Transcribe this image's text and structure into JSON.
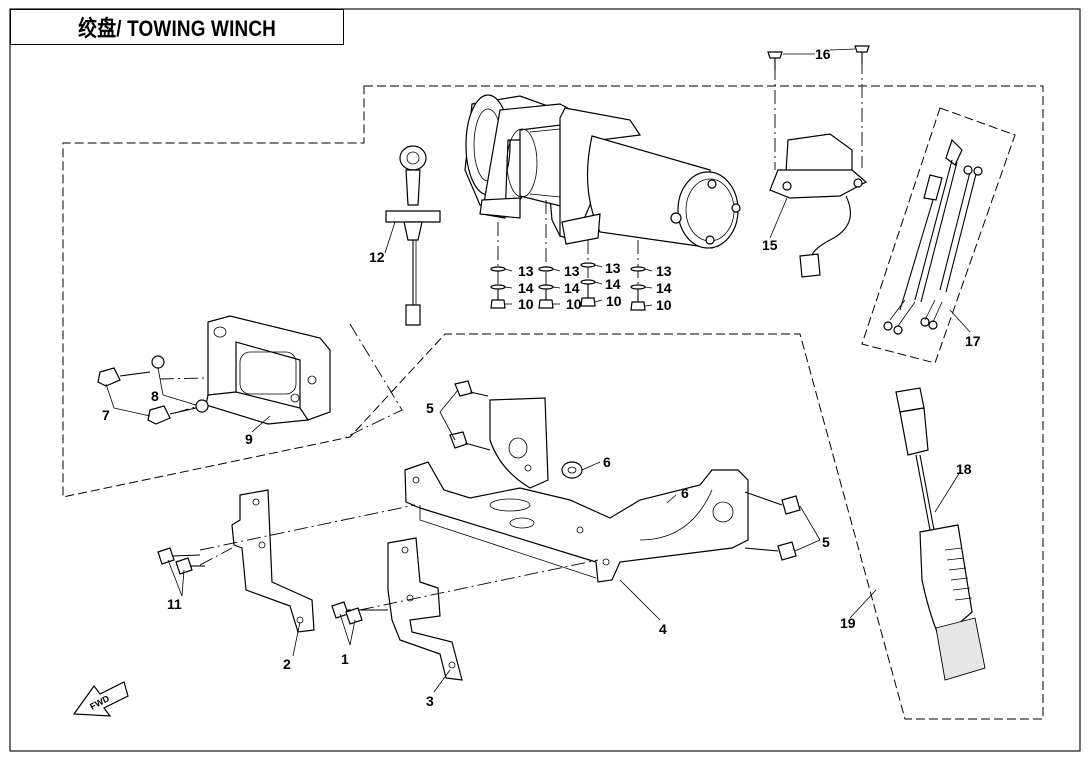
{
  "title": "绞盘/ TOWING WINCH",
  "fwd_label": "FWD",
  "callouts": [
    {
      "id": "1",
      "text": "1"
    },
    {
      "id": "2",
      "text": "2"
    },
    {
      "id": "3",
      "text": "3"
    },
    {
      "id": "4",
      "text": "4"
    },
    {
      "id": "5a",
      "text": "5"
    },
    {
      "id": "5b",
      "text": "5"
    },
    {
      "id": "6a",
      "text": "6"
    },
    {
      "id": "6b",
      "text": "6"
    },
    {
      "id": "7",
      "text": "7"
    },
    {
      "id": "8",
      "text": "8"
    },
    {
      "id": "9",
      "text": "9"
    },
    {
      "id": "10a",
      "text": "10"
    },
    {
      "id": "10b",
      "text": "10"
    },
    {
      "id": "10c",
      "text": "10"
    },
    {
      "id": "10d",
      "text": "10"
    },
    {
      "id": "11",
      "text": "11"
    },
    {
      "id": "12",
      "text": "12"
    },
    {
      "id": "13a",
      "text": "13"
    },
    {
      "id": "13b",
      "text": "13"
    },
    {
      "id": "13c",
      "text": "13"
    },
    {
      "id": "13d",
      "text": "13"
    },
    {
      "id": "14a",
      "text": "14"
    },
    {
      "id": "14b",
      "text": "14"
    },
    {
      "id": "14c",
      "text": "14"
    },
    {
      "id": "14d",
      "text": "14"
    },
    {
      "id": "15",
      "text": "15"
    },
    {
      "id": "16",
      "text": "16"
    },
    {
      "id": "17",
      "text": "17"
    },
    {
      "id": "18",
      "text": "18"
    },
    {
      "id": "19",
      "text": "19"
    }
  ]
}
